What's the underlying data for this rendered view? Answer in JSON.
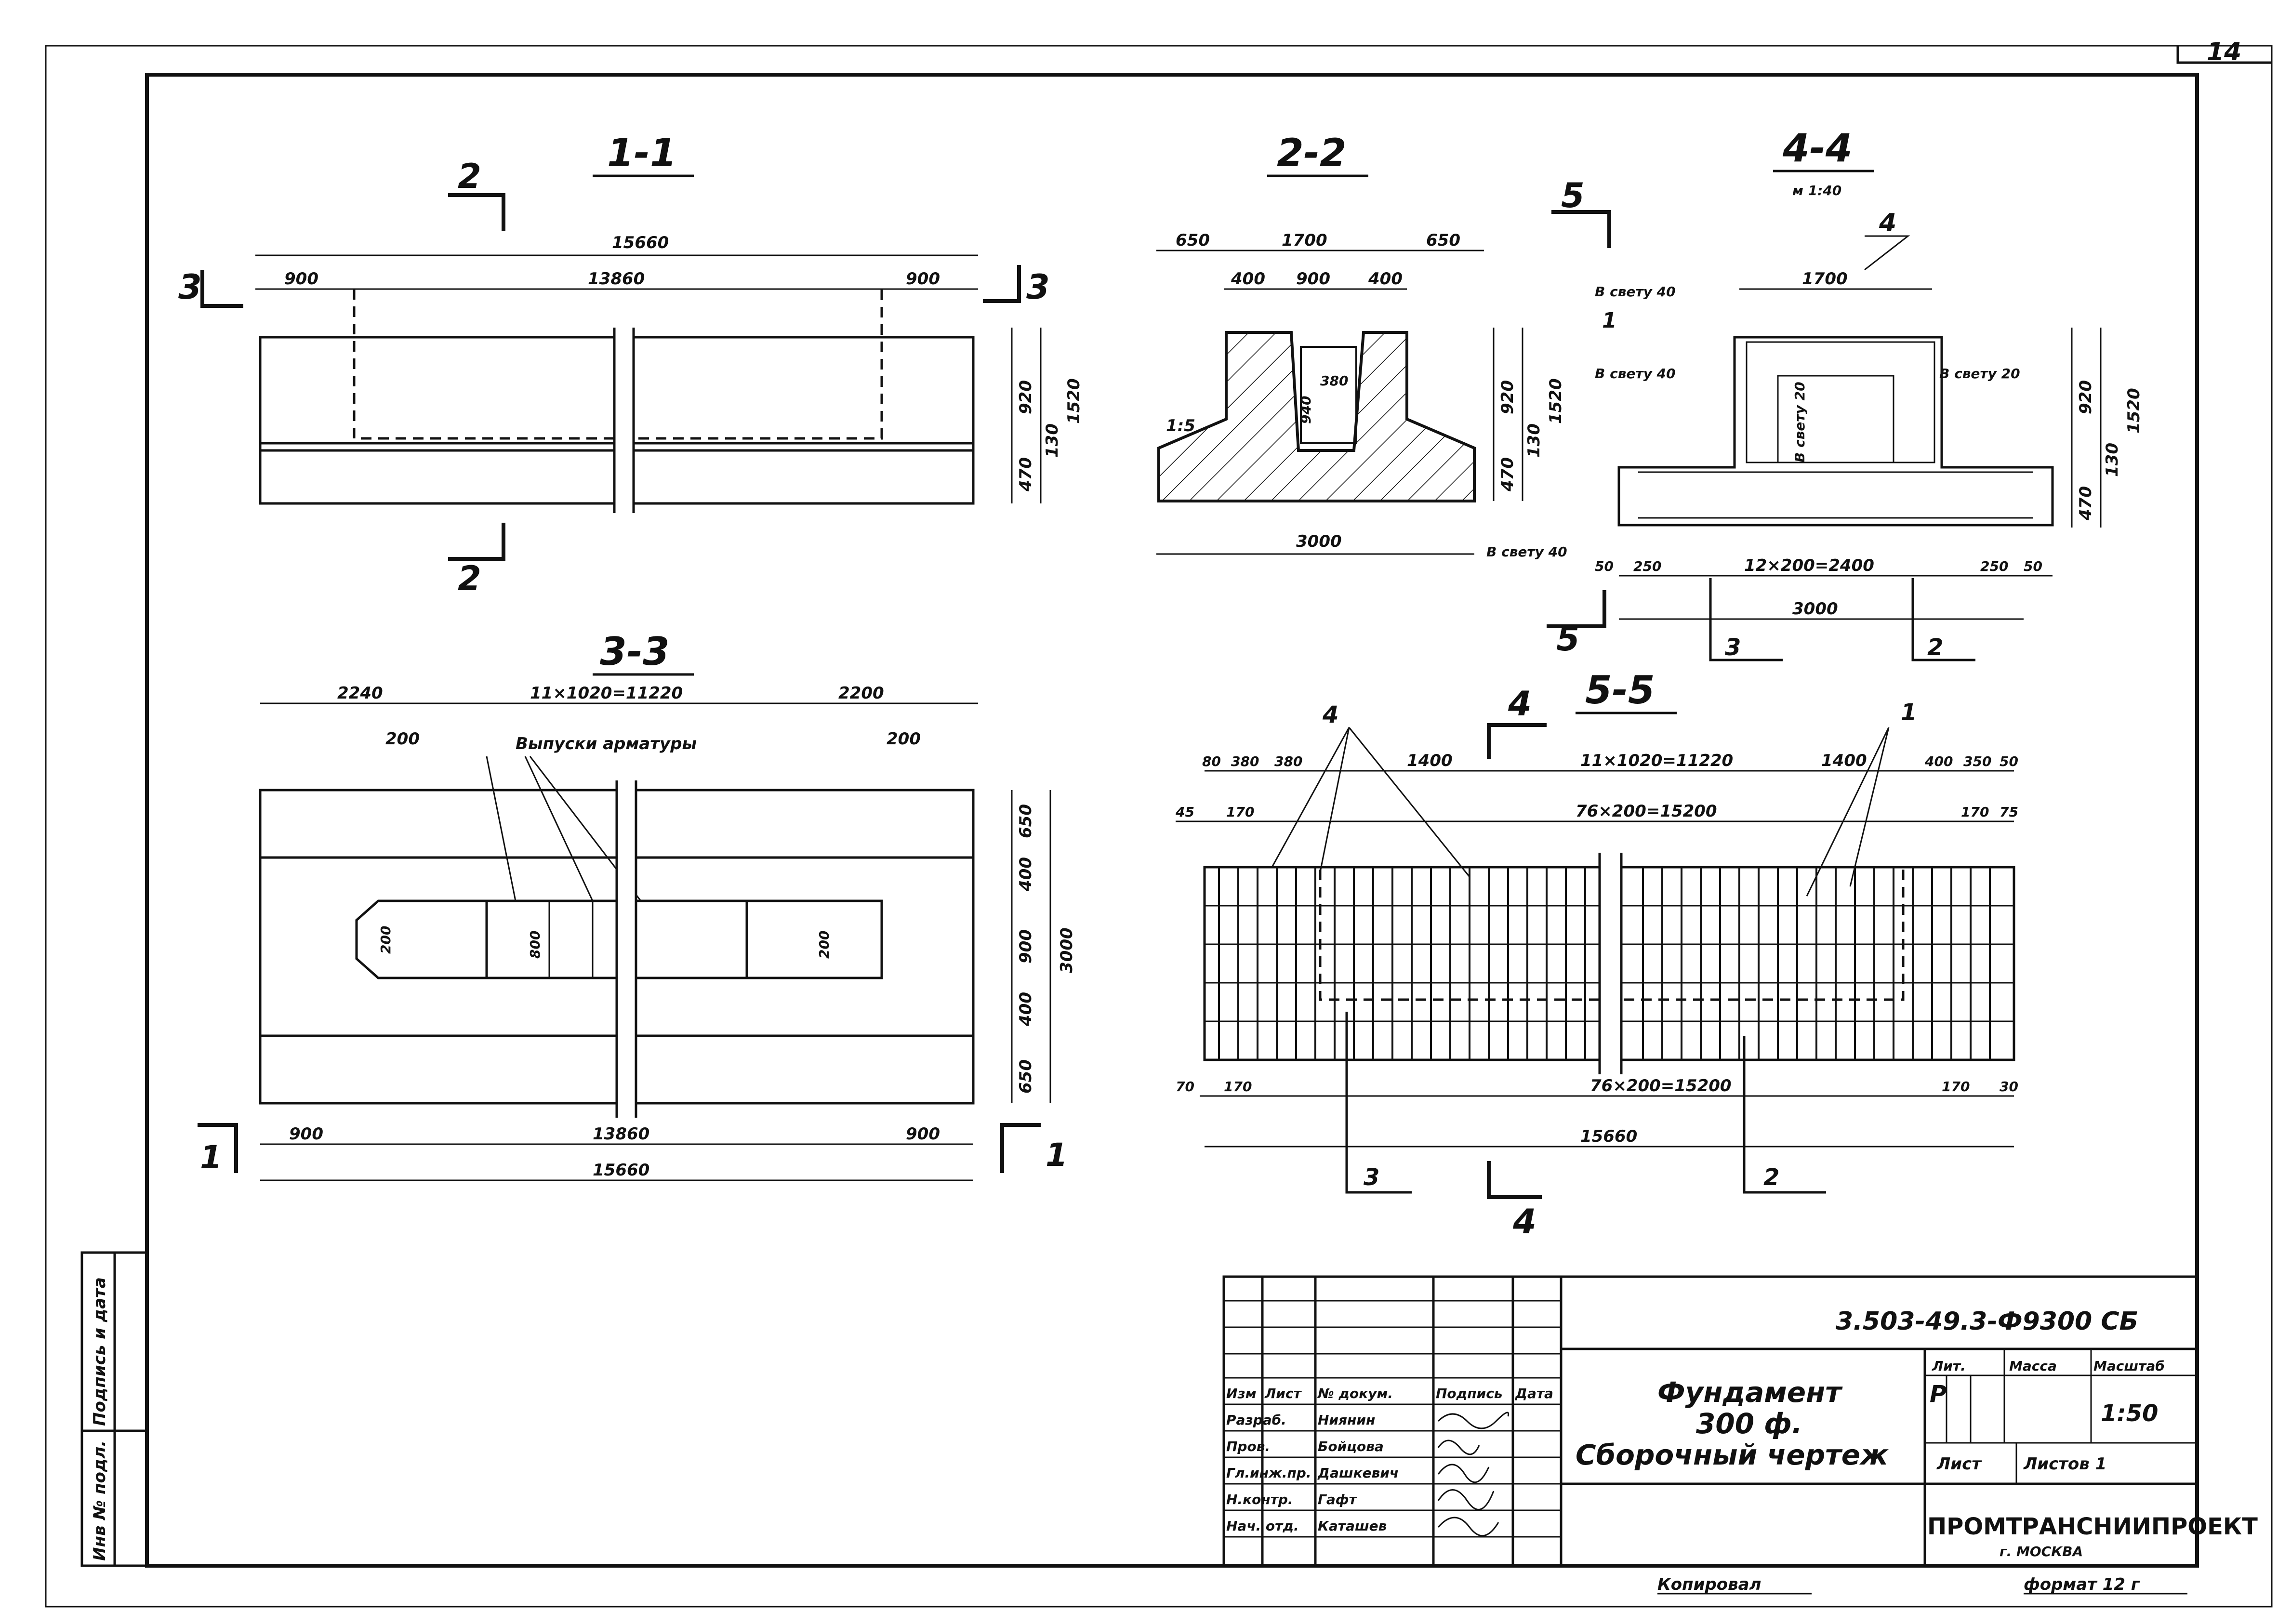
{
  "sheet": {
    "number": "14",
    "doc_code": "3.503-49.3-Ф9300 СБ",
    "title_lines": [
      "Фундамент",
      "300 ф.",
      "Сборочный чертеж"
    ],
    "stage_header": "Лит.",
    "mass_header": "Масса",
    "scale_header": "Масштаб",
    "stage_value": "Р",
    "scale_value": "1:50",
    "sheet_label": "Лист",
    "sheets_label": "Листов 1",
    "org_name": "ПРОМТРАНСНИИПРОЕКТ",
    "org_city": "г. МОСКВА",
    "copied_label": "Копировал",
    "format_label": "формат 12 г",
    "side_labels": [
      "Инв № подл.",
      "Подпись и дата"
    ],
    "stamp_headers": [
      "Изм",
      "Лист",
      "№ докум.",
      "Подпись",
      "Дата"
    ],
    "stamp_rows": [
      {
        "role": "Разраб.",
        "name": "Ниянин"
      },
      {
        "role": "Пров.",
        "name": "Бойцова"
      },
      {
        "role": "Гл.инж.пр.",
        "name": "Дашкевич"
      },
      {
        "role": "Н.контр.",
        "name": "Гафт"
      },
      {
        "role": "Нач. отд.",
        "name": "Каташев"
      }
    ]
  },
  "views": {
    "s11": {
      "title": "1-1",
      "cut_marks": [
        "2",
        "2",
        "3",
        "3"
      ],
      "dims": [
        "15660",
        "900",
        "13860",
        "900",
        "920",
        "130",
        "470",
        "1520"
      ]
    },
    "s22": {
      "title": "2-2",
      "dims": [
        "650",
        "1700",
        "650",
        "400",
        "900",
        "400",
        "380",
        "940",
        "1:5",
        "920",
        "130",
        "470",
        "1520",
        "3000"
      ]
    },
    "s44": {
      "title": "4-4",
      "scale": "м 1:40",
      "cut_marks": [
        "5",
        "5",
        "4",
        "3",
        "2"
      ],
      "position_labels": [
        "1"
      ],
      "notes": [
        "В свету 40",
        "В свету 40",
        "В свету 20",
        "В свету 20",
        "В свету 40"
      ],
      "dims": [
        "1700",
        "920",
        "130",
        "470",
        "1520",
        "50",
        "250",
        "12×200=2400",
        "250",
        "50",
        "3000"
      ]
    },
    "s33": {
      "title": "3-3",
      "callout": "Выпуски арматуры",
      "cut_marks": [
        "1",
        "1"
      ],
      "dims": [
        "2240",
        "11×1020=11220",
        "2200",
        "200",
        "200",
        "650",
        "400",
        "900",
        "400",
        "650",
        "3000",
        "200",
        "800",
        "200",
        "900",
        "13860",
        "900",
        "15660"
      ]
    },
    "s55": {
      "title": "5-5",
      "cut_marks": [
        "4",
        "4",
        "3",
        "2"
      ],
      "position_labels": [
        "4",
        "1"
      ],
      "dims": [
        "80",
        "380",
        "380",
        "1400",
        "11×1020=11220",
        "1400",
        "400",
        "350",
        "50",
        "45",
        "170",
        "76×200=15200",
        "170",
        "75",
        "70",
        "170",
        "76×200=15200",
        "170",
        "30",
        "15660"
      ]
    }
  }
}
